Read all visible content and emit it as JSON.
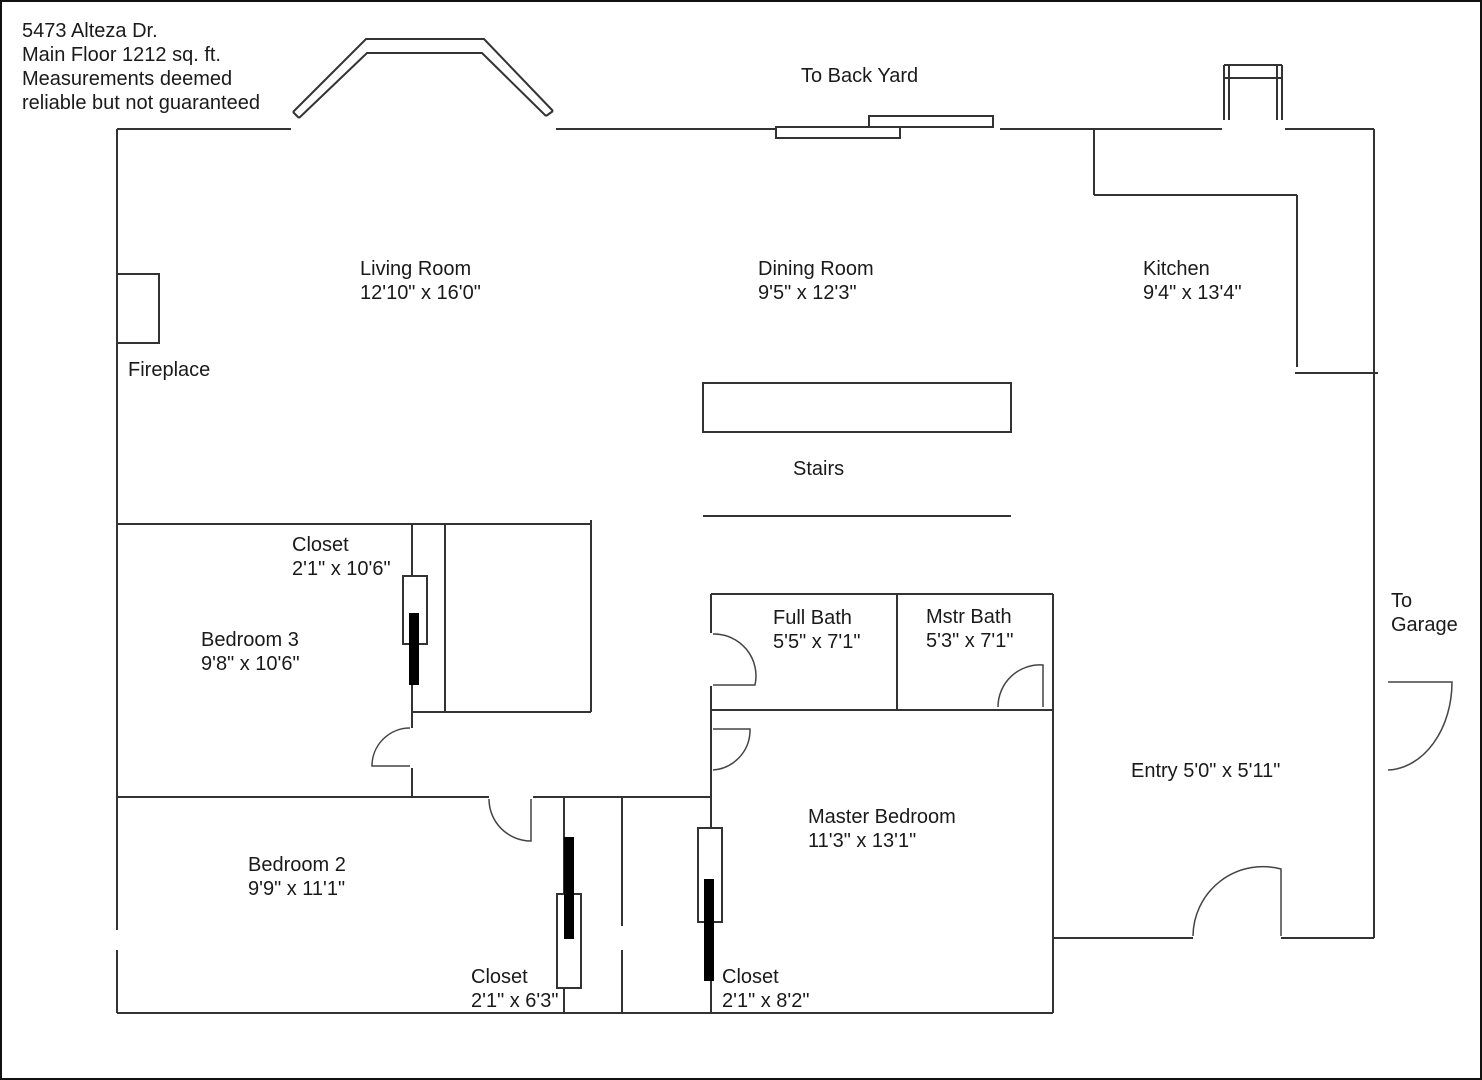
{
  "header": {
    "address": "5473 Alteza Dr.",
    "floor_area": "Main Floor 1212 sq. ft.",
    "disclaimer_line1": "Measurements deemed",
    "disclaimer_line2": "reliable but not guaranteed"
  },
  "exits": {
    "back_yard": "To Back Yard",
    "garage_line1": "To",
    "garage_line2": "Garage"
  },
  "rooms": {
    "living_room": {
      "name": "Living Room",
      "size": "12'10\" x 16'0\""
    },
    "dining_room": {
      "name": "Dining Room",
      "size": "9'5\" x 12'3\""
    },
    "kitchen": {
      "name": "Kitchen",
      "size": "9'4\" x 13'4\""
    },
    "fireplace": {
      "name": "Fireplace"
    },
    "stairs": {
      "name": "Stairs"
    },
    "closet_bed3": {
      "name": "Closet",
      "size": "2'1\" x 10'6\""
    },
    "bedroom3": {
      "name": "Bedroom 3",
      "size": "9'8\" x 10'6\""
    },
    "full_bath": {
      "name": "Full Bath",
      "size": "5'5\" x 7'1\""
    },
    "master_bath": {
      "name": "Mstr Bath",
      "size": "5'3\" x 7'1\""
    },
    "entry": {
      "label": "Entry 5'0\" x 5'11\""
    },
    "master_bedroom": {
      "name": "Master Bedroom",
      "size": "11'3\" x 13'1\""
    },
    "bedroom2": {
      "name": "Bedroom 2",
      "size": "9'9\" x 11'1\""
    },
    "closet_bed2": {
      "name": "Closet",
      "size": "2'1\" x 6'3\""
    },
    "closet_master": {
      "name": "Closet",
      "size": "2'1\" x 8'2\""
    }
  },
  "colors": {
    "wall": "#333333",
    "background": "#ffffff",
    "text": "#1a1a1a"
  }
}
